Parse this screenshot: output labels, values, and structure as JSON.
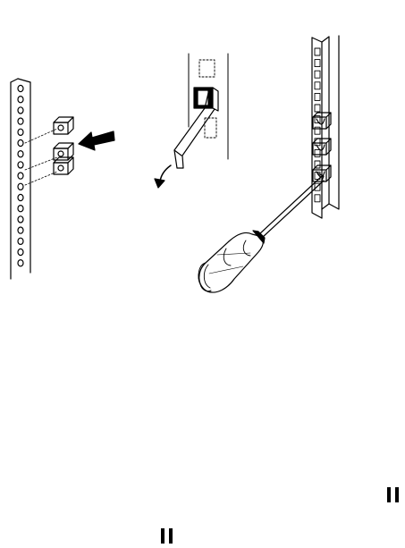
{
  "figure": {
    "panels": [
      {
        "name": "rack-rail-with-cage-nuts",
        "hole_count": 17,
        "cage_nut_count": 3
      },
      {
        "name": "cage-nut-removal-tool",
        "tool": "insertion-tool"
      },
      {
        "name": "screwdriver-removal",
        "tool": "flat-blade-screwdriver",
        "cage_nut_count": 3
      }
    ],
    "colors": {
      "ink": "#000000",
      "paper": "#ffffff"
    },
    "icons": [
      "direction-arrow-icon",
      "removal-arrow-icon",
      "pause-mark-icon"
    ]
  }
}
